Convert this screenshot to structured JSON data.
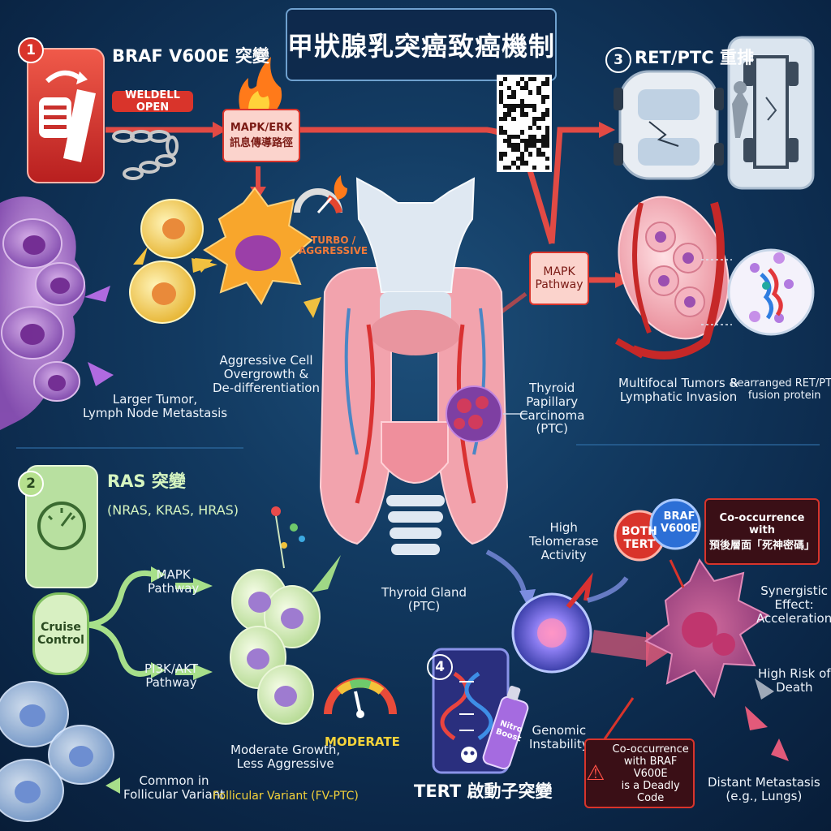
{
  "title": "甲狀腺乳突癌致癌機制",
  "colors": {
    "alert_red": "#d9342b",
    "accent_green": "#b6e08e",
    "panel_navy": "#0e284a"
  },
  "icons": [
    "pedal-icon",
    "chain-icon",
    "fire-icon",
    "speedometer-icon",
    "car-icon",
    "chassis-icon",
    "wrench-icon",
    "dna-icon",
    "skull-icon",
    "spray-can-icon",
    "warning-icon",
    "qr-code-icon"
  ],
  "sections": {
    "braf": {
      "number": "1",
      "title": "BRAF V600E 突變",
      "tag": "WELDELL OPEN",
      "pathway": [
        "MAPK/ERK",
        "訊息傳導路徑"
      ],
      "gauge_label": [
        "TURBO /",
        "AGGRESSIVE"
      ],
      "aggressive_label": [
        "Aggressive Cell",
        "Overgrowth &",
        "De-differentiation"
      ],
      "tumor_label": [
        "Larger Tumor,",
        "Lymph Node Metastasis"
      ]
    },
    "ret": {
      "number": "3",
      "title": "RET/PTC 重排",
      "pathway": [
        "MAPK",
        "Pathway"
      ],
      "multifocal_label": [
        "Multifocal Tumors &",
        "Lymphatic Invasion"
      ],
      "fusion_label": [
        "Rearranged RET/PTC",
        "fusion protein"
      ]
    },
    "center": {
      "ptc_label": [
        "Thyroid",
        "Papillary",
        "Carcinoma",
        "(PTC)"
      ],
      "gland_label": [
        "Thyroid Gland",
        "(PTC)"
      ]
    },
    "ras": {
      "number": "2",
      "title": "RAS 突變",
      "subtitle": "(NRAS, KRAS, HRAS)",
      "cruise": [
        "Cruise",
        "Control"
      ],
      "mapk": [
        "MAPK",
        "Pathway"
      ],
      "pi3k": [
        "PI3K/AKT",
        "Pathway"
      ],
      "moderate_label": [
        "Moderate Growth,",
        "Less Aggressive"
      ],
      "gauge_text": "MODERATE",
      "common_label": [
        "Common in",
        "Follicular Variant"
      ],
      "fvptc": "Follicular Variant (FV-PTC)"
    },
    "tert": {
      "number": "4",
      "title": "TERT 啟動子突變",
      "telomerase": [
        "High",
        "Telomerase",
        "Activity"
      ],
      "genomic": [
        "Genomic",
        "Instability"
      ],
      "spray_text": [
        "Nitro",
        "Boost"
      ],
      "both": [
        "BOTH",
        "TERT"
      ],
      "braf_badge": [
        "BRAF",
        "V600E"
      ],
      "cooccur_title": [
        "Co-occurrence with",
        "預後層面「死神密碼」"
      ],
      "synergy": [
        "Synergistic",
        "Effect:",
        "Acceleration"
      ],
      "high_risk": [
        "High Risk of",
        "Death"
      ],
      "deadly": [
        "Co-occurrence",
        "with BRAF V600E",
        "is a Deadly Code"
      ],
      "distant": [
        "Distant Metastasis",
        "(e.g., Lungs)"
      ]
    }
  }
}
